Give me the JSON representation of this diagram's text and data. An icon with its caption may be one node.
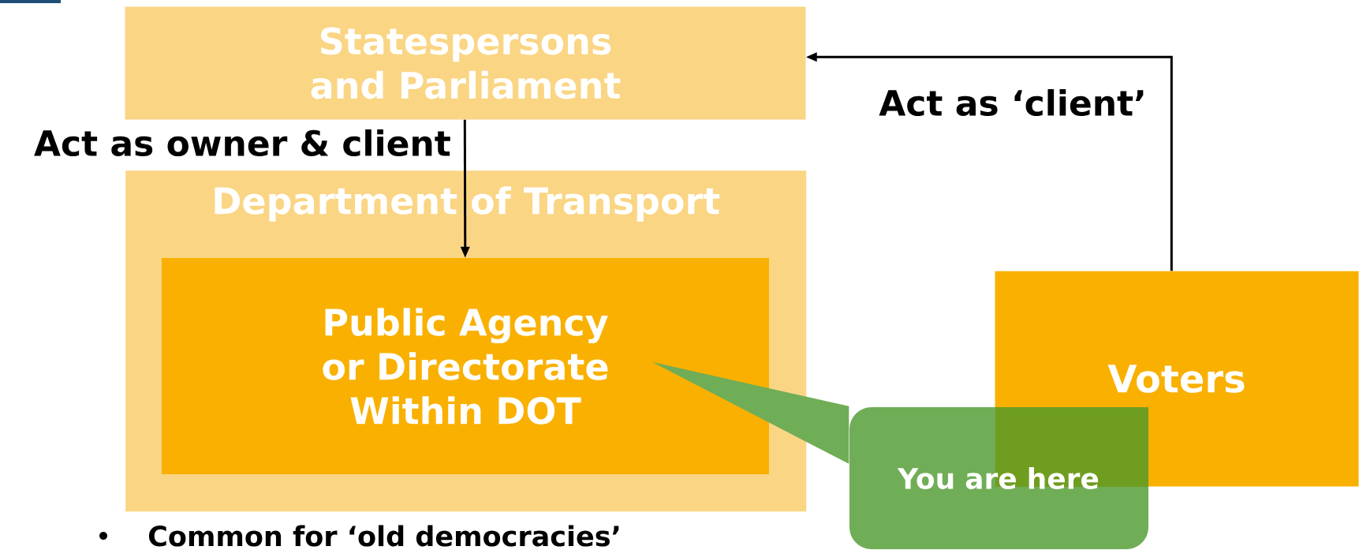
{
  "diagram": {
    "nodes": [
      {
        "text": [
          "Statespersons and Parliament"
        ]
      },
      {
        "text": [
          "Department of Transport"
        ]
      },
      {
        "text": [
          "Public Agency or Directorate Within DOT"
        ],
        "in": 1
      },
      {
        "text": [
          "Voters"
        ]
      },
      {
        "text": [
          "You are here"
        ]
      }
    ],
    "edges": [
      {
        "from": 0,
        "to": 2,
        "arrow": "to",
        "label": "Act as owner & client"
      },
      {
        "from": 3,
        "to": 0,
        "arrow": "to",
        "label": "Act as ‘client’"
      },
      {
        "from": 4,
        "to": 2,
        "arrow": "none"
      }
    ],
    "labels": [
      "Common for ‘old democracies’"
    ]
  }
}
